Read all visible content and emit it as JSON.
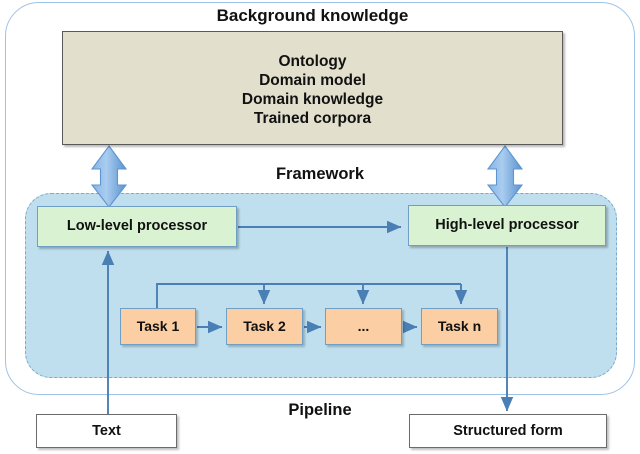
{
  "diagram": {
    "type": "block-flow-diagram",
    "outer_container": {
      "label": "Pipeline",
      "name": "pipeline-container"
    },
    "background_knowledge": {
      "title": "Background knowledge",
      "items": [
        "Ontology",
        "Domain model",
        "Domain knowledge",
        "Trained corpora"
      ],
      "fill_color": "#e2dfcd",
      "border_color": "#595959"
    },
    "framework": {
      "title": "Framework",
      "fill_color": "#bfdfee",
      "border_color": "#7fa8c9",
      "processors": [
        {
          "label": "Low-level processor",
          "name": "low-level-processor"
        },
        {
          "label": "High-level processor",
          "name": "high-level-processor"
        }
      ],
      "processor_fill_color": "#d8f2d2",
      "tasks": [
        {
          "label": "Task 1"
        },
        {
          "label": "Task 2"
        },
        {
          "label": "..."
        },
        {
          "label": "Task n"
        }
      ],
      "task_fill_color": "#fbcfa3"
    },
    "io": [
      {
        "label": "Text",
        "name": "input-text-box"
      },
      {
        "label": "Structured form",
        "name": "output-structured-form-box"
      }
    ],
    "connector_color": "#4a7fb5",
    "bidirectional_arrow_color": "#6fa3dc"
  }
}
